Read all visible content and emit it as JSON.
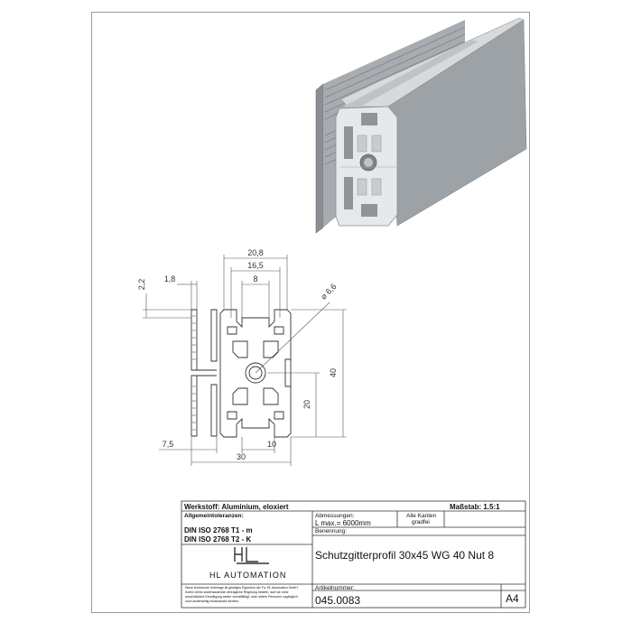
{
  "dimensions": {
    "width_20_8": "20,8",
    "width_16_5": "16,5",
    "width_8": "8",
    "width_1_8": "1,8",
    "height_2_2": "2,2",
    "diameter_6_6": "⌀ 6,6",
    "height_40": "40",
    "height_20": "20",
    "width_7_5": "7,5",
    "width_10": "10",
    "width_30": "30"
  },
  "title_block": {
    "material": "Werkstoff: Aluminium, eloxiert",
    "general_tolerances_label": "Allgemeintoleranzen:",
    "tolerance_1": "DIN ISO 2768 T1 - m",
    "tolerance_2": "DIN ISO 2768 T2 - K",
    "dimensions_label": "Abmessungen:",
    "length": "L max.= 6000mm",
    "edges_line1": "Alle Kanten",
    "edges_line2": "gradfei",
    "scale": "Maßstab: 1.5:1",
    "designation_label": "Benennung:",
    "designation": "Schutzgitterprofil 30x45 WG 40 Nut 8",
    "company": "HL AUTOMATION",
    "copyright_line1": "Diese technische Unterlage ist geistiges Eigentum der Fa. HL Automation GmbH",
    "copyright_line2": "Sofern keine anderslautende vertragliche Regelung besteht, darf sie ohne",
    "copyright_line3": "ausdrückliche Einwilligung weder vervielfältigt, noch dritten Personen zugänglich",
    "copyright_line4": "noch anderweitig missbraucht werden.",
    "article_label": "Artikelnummer:",
    "article_number": "045.0083",
    "format": "A4"
  }
}
